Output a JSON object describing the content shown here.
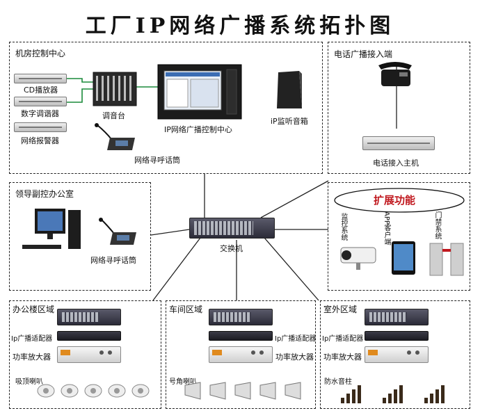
{
  "title": "工厂IP网络广播系统拓扑图",
  "control_room": {
    "label": "机房控制中心",
    "cd_player": "CD播放器",
    "tuner": "数字调谐器",
    "alarm": "网络报警器",
    "mixer": "调音台",
    "control_center": "IP网络广播控制中心",
    "monitor_speaker": "iP监听音箱",
    "paging_mic": "网络寻呼话筒"
  },
  "phone": {
    "label": "电话广播接入端",
    "host": "电话接入主机"
  },
  "office_ctrl": {
    "label": "领导副控办公室",
    "paging_mic": "网络寻呼话筒"
  },
  "switch_label": "交换机",
  "extensions": {
    "title": "扩展功能",
    "monitoring": "监控系统",
    "app": "APP客户端",
    "access": "门禁系统"
  },
  "zones": [
    {
      "label": "办公楼区域",
      "adapter": "Ip广播适配器",
      "amp": "功率放大器",
      "speaker": "吸顶喇叭"
    },
    {
      "label": "车间区域",
      "adapter": "Ip广播适配器",
      "amp": "功率放大器",
      "speaker": "号角喇叭"
    },
    {
      "label": "室外区域",
      "adapter": "Ip广播适配器",
      "amp": "功率放大器",
      "speaker": "防水音柱"
    }
  ],
  "colors": {
    "accent_red": "#c0181e",
    "link_green": "#1a8a3a"
  }
}
